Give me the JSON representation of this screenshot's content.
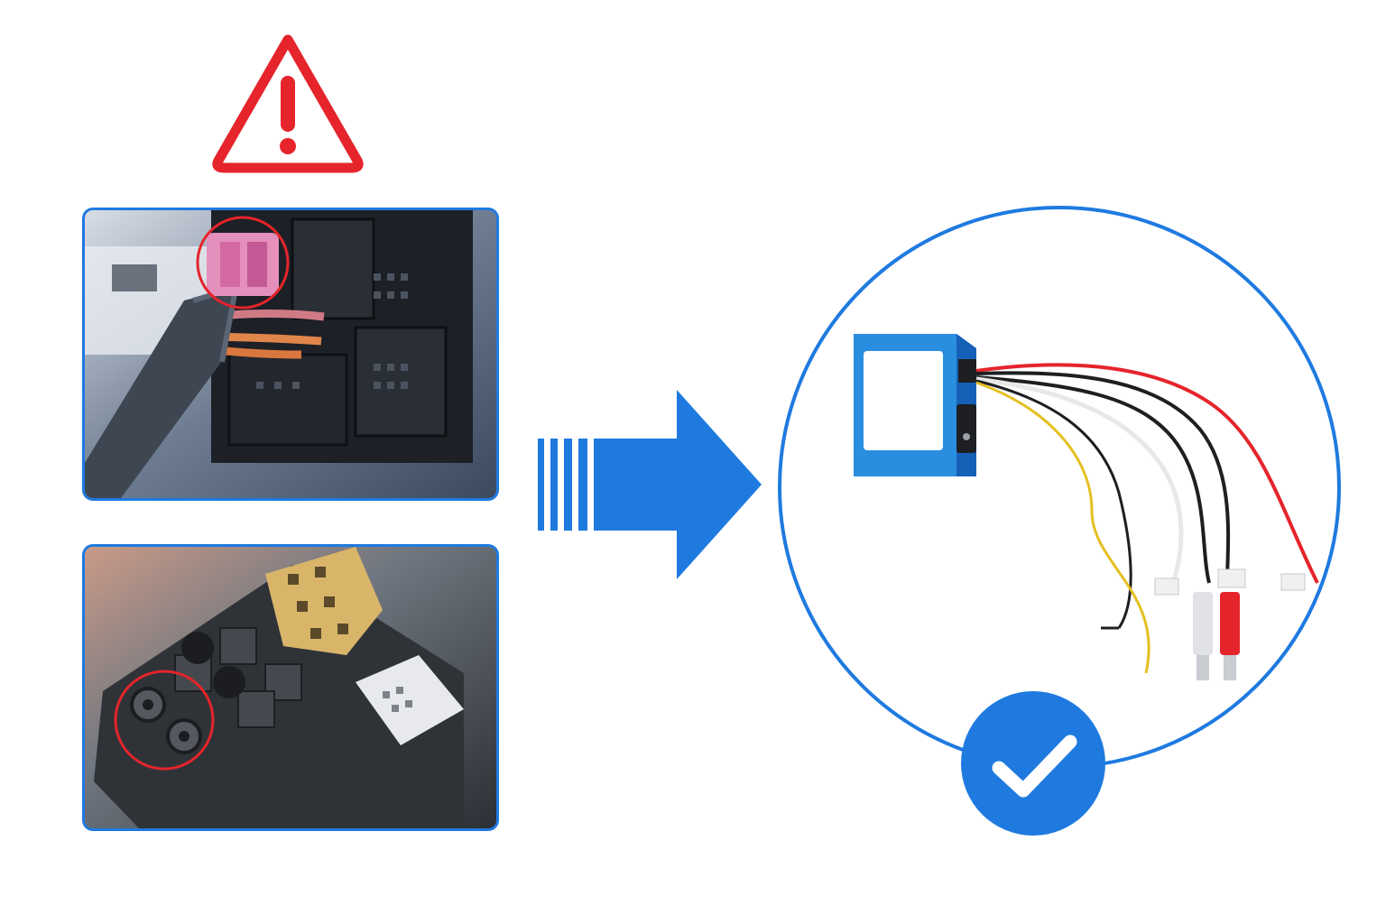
{
  "colors": {
    "warning_red": "#e5242b",
    "accent_blue": "#1f7ae0",
    "module_blue": "#2a8ee0",
    "background": "#ffffff"
  },
  "icons": {
    "warning": "warning-triangle-icon",
    "arrow": "right-arrow-icon",
    "check": "checkmark-icon"
  },
  "panels": {
    "problem_photos": [
      "original-harness-connector-photo",
      "quadlock-connector-photo"
    ],
    "solution_photo": "fiber-optic-adapter-module-photo"
  }
}
